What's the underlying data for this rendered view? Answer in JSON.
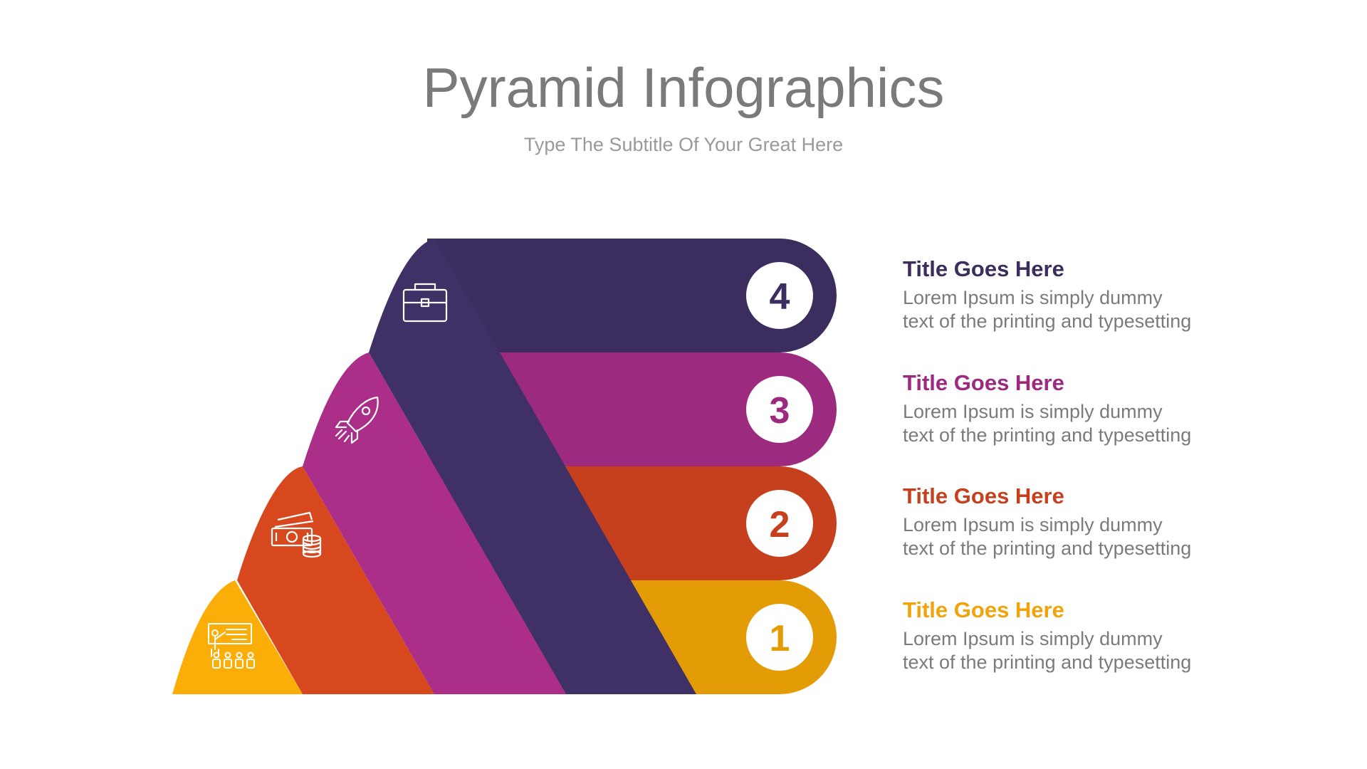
{
  "header": {
    "title": "Pyramid Infographics",
    "subtitle": "Type The Subtitle Of Your Great Here"
  },
  "levels": [
    {
      "number": "4",
      "title": "Title Goes Here",
      "description_line1": "Lorem Ipsum is simply dummy",
      "description_line2": "text of the printing and typesetting",
      "color": "#3b2d5e",
      "icon": "briefcase-icon"
    },
    {
      "number": "3",
      "title": "Title Goes Here",
      "description_line1": "Lorem Ipsum is simply dummy",
      "description_line2": "text of the printing and typesetting",
      "color": "#9c2a7e",
      "icon": "rocket-icon"
    },
    {
      "number": "2",
      "title": "Title Goes Here",
      "description_line1": "Lorem Ipsum is simply dummy",
      "description_line2": "text of the printing and typesetting",
      "color": "#c6401e",
      "icon": "money-icon"
    },
    {
      "number": "1",
      "title": "Title Goes Here",
      "description_line1": "Lorem Ipsum is simply dummy",
      "description_line2": "text of the printing and typesetting",
      "color": "#e49c06",
      "icon": "presentation-icon"
    }
  ],
  "stripe_colors": {
    "yellow": "#fcae08",
    "orange": "#d8481f",
    "magenta": "#ab2e89",
    "purple": "#3f3065"
  }
}
